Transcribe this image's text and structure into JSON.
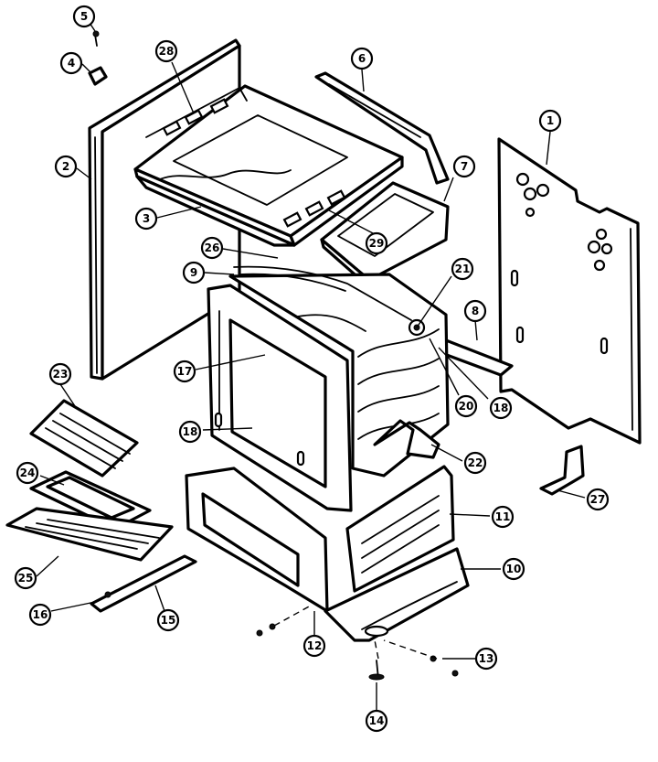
{
  "callouts": [
    {
      "id": "c5",
      "label": "5"
    },
    {
      "id": "c4",
      "label": "4"
    },
    {
      "id": "c28",
      "label": "28"
    },
    {
      "id": "c6",
      "label": "6"
    },
    {
      "id": "c1",
      "label": "1"
    },
    {
      "id": "c2",
      "label": "2"
    },
    {
      "id": "c7",
      "label": "7"
    },
    {
      "id": "c3",
      "label": "3"
    },
    {
      "id": "c29",
      "label": "29"
    },
    {
      "id": "c26",
      "label": "26"
    },
    {
      "id": "c9",
      "label": "9"
    },
    {
      "id": "c21",
      "label": "21"
    },
    {
      "id": "c8",
      "label": "8"
    },
    {
      "id": "c17",
      "label": "17"
    },
    {
      "id": "c23",
      "label": "23"
    },
    {
      "id": "c20",
      "label": "20"
    },
    {
      "id": "c18",
      "label": "18"
    },
    {
      "id": "c19",
      "label": "18"
    },
    {
      "id": "c22",
      "label": "22"
    },
    {
      "id": "c27",
      "label": "27"
    },
    {
      "id": "c24",
      "label": "24"
    },
    {
      "id": "c11",
      "label": "11"
    },
    {
      "id": "c25",
      "label": "25"
    },
    {
      "id": "c10",
      "label": "10"
    },
    {
      "id": "c16",
      "label": "16"
    },
    {
      "id": "c15",
      "label": "15"
    },
    {
      "id": "c12",
      "label": "12"
    },
    {
      "id": "c13",
      "label": "13"
    },
    {
      "id": "c14",
      "label": "14"
    }
  ],
  "colors": {
    "ink": "#000000",
    "paper": "#ffffff"
  }
}
